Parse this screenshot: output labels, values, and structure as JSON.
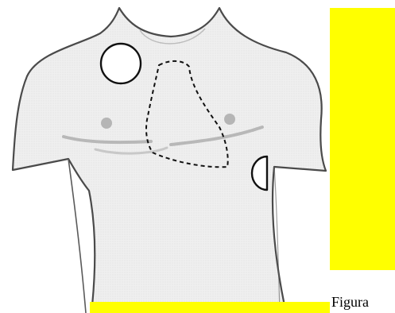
{
  "figure": {
    "caption": "Figura",
    "highlight_color": "#ffff00",
    "skin_color": "#efefef",
    "outline_color": "#444444",
    "markers": [
      {
        "name": "right-paddle-electrode",
        "shape": "circle"
      },
      {
        "name": "left-paddle-electrode",
        "shape": "half-circle"
      },
      {
        "name": "heart-outline",
        "shape": "dashed-outline"
      }
    ]
  }
}
